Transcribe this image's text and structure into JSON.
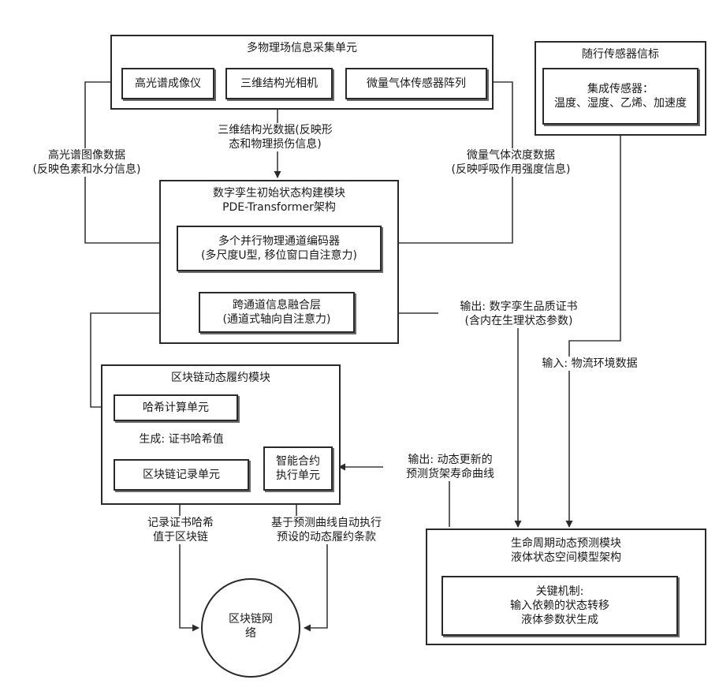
{
  "acquisition": {
    "title": "多物理场信息采集单元",
    "hyperspectral": "高光谱成像仪",
    "structured_light": "三维结构光相机",
    "gas_array": "微量气体传感器阵列"
  },
  "tag": {
    "title": "随行传感器信标",
    "content": "集成传感器：\n温度、湿度、乙烯、加速度"
  },
  "twin": {
    "title": "数字孪生初始状态构建模块\nPDE-Transformer架构",
    "encoder": "多个并行物理通道编码器\n(多尺度U型, 移位窗口自注意力)",
    "fusion": "跨通道信息融合层\n(通道式轴向自注意力)"
  },
  "blockchain": {
    "title": "区块链动态履约模块",
    "hash_unit": "哈希计算单元",
    "record_unit": "区块链记录单元",
    "contract_unit": "智能合约\n执行单元",
    "hash_gen": "生成: 证书哈希值"
  },
  "lifecycle": {
    "title": "生命周期动态预测模块\n液体状态空间模型架构",
    "mechanism": "关键机制:\n输入依赖的状态转移\n液体参数状生成"
  },
  "network": {
    "label": "区块链网\n络"
  },
  "flows": {
    "hyperspectral_data": "高光谱图像数据\n(反映色素和水分信息)",
    "structured_light_data": "三维结构光数据(反映形\n态和物理损伤信息)",
    "gas_data": "微量气体浓度数据\n(反映呼吸作用强度信息)",
    "certificate_out": "输出: 数字孪生品质证书\n(含内在生理状态参数)",
    "env_in": "输入: 物流环境数据",
    "curve_out": "输出: 动态更新的\n预测货架寿命曲线",
    "record_hash": "记录证书哈希\n值于区块链",
    "auto_execute": "基于预测曲线自动执行\n预设的动态履约条款"
  }
}
